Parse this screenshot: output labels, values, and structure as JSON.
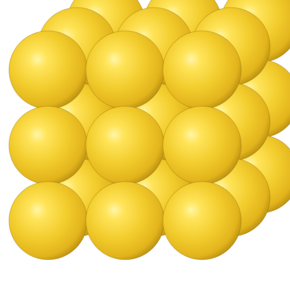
{
  "diagram": {
    "kind": "space-filling crystal lattice model",
    "atom_arrangement": "simple cubic",
    "grid": {
      "columns": 3,
      "rows": 3,
      "layers": 3
    },
    "colors": {
      "highlight": "#fff6a8",
      "light": "#ffe45a",
      "base": "#f2cc2c",
      "mid": "#e2b41c",
      "shadow": "#b58a10",
      "rim": "#8a6a08",
      "background": "#ffffff"
    }
  }
}
